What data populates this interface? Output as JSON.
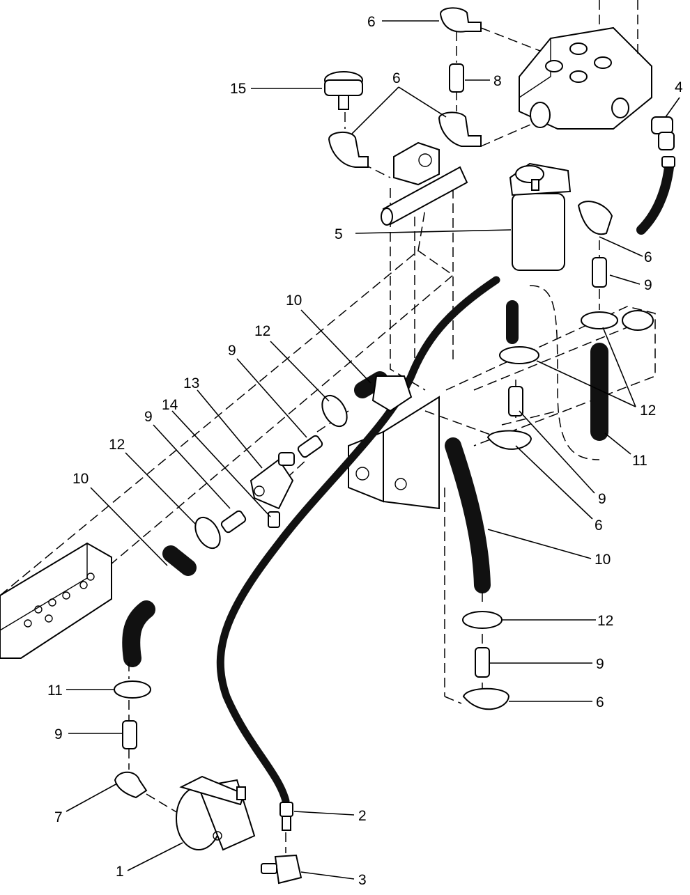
{
  "callouts": {
    "c1": "1",
    "c2": "2",
    "c3": "3",
    "c4": "4",
    "c5": "5",
    "c6a": "6",
    "c6b": "6",
    "c6c": "6",
    "c6d": "6",
    "c6e": "6",
    "c7": "7",
    "c8": "8",
    "c9a": "9",
    "c9b": "9",
    "c9c": "9",
    "c9d": "9",
    "c9e": "9",
    "c9f": "9",
    "c10a": "10",
    "c10b": "10",
    "c10c": "10",
    "c11a": "11",
    "c11b": "11",
    "c12a": "12",
    "c12b": "12",
    "c12c": "12",
    "c12d": "12",
    "c13": "13",
    "c14": "14",
    "c15": "15"
  }
}
